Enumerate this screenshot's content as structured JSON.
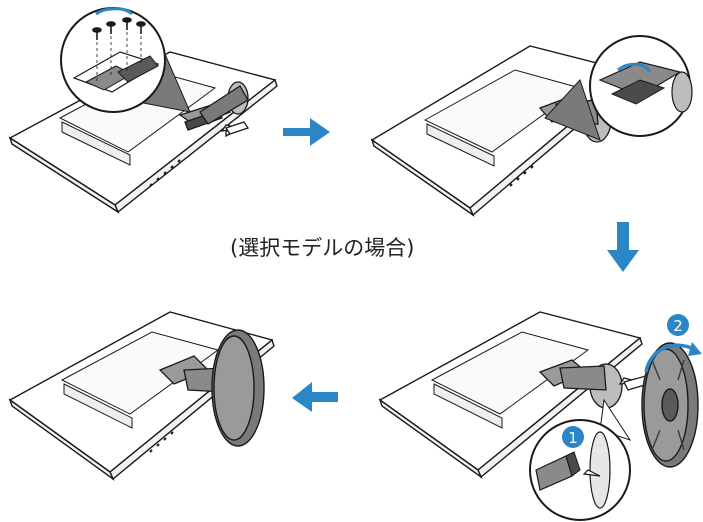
{
  "caption": "(選択モデルの場合)",
  "badges": [
    "1",
    "2"
  ],
  "colors": {
    "arrow": "#2a86c4",
    "badge": "#2a86c4",
    "line": "#1a1a1a",
    "panel_gray": "#9a9a9a",
    "dark_gray": "#4a4a4a"
  },
  "icons": {
    "screw": "screw-icon",
    "rotate": "rotate-arrow-icon",
    "insert": "insert-arrow-icon"
  }
}
